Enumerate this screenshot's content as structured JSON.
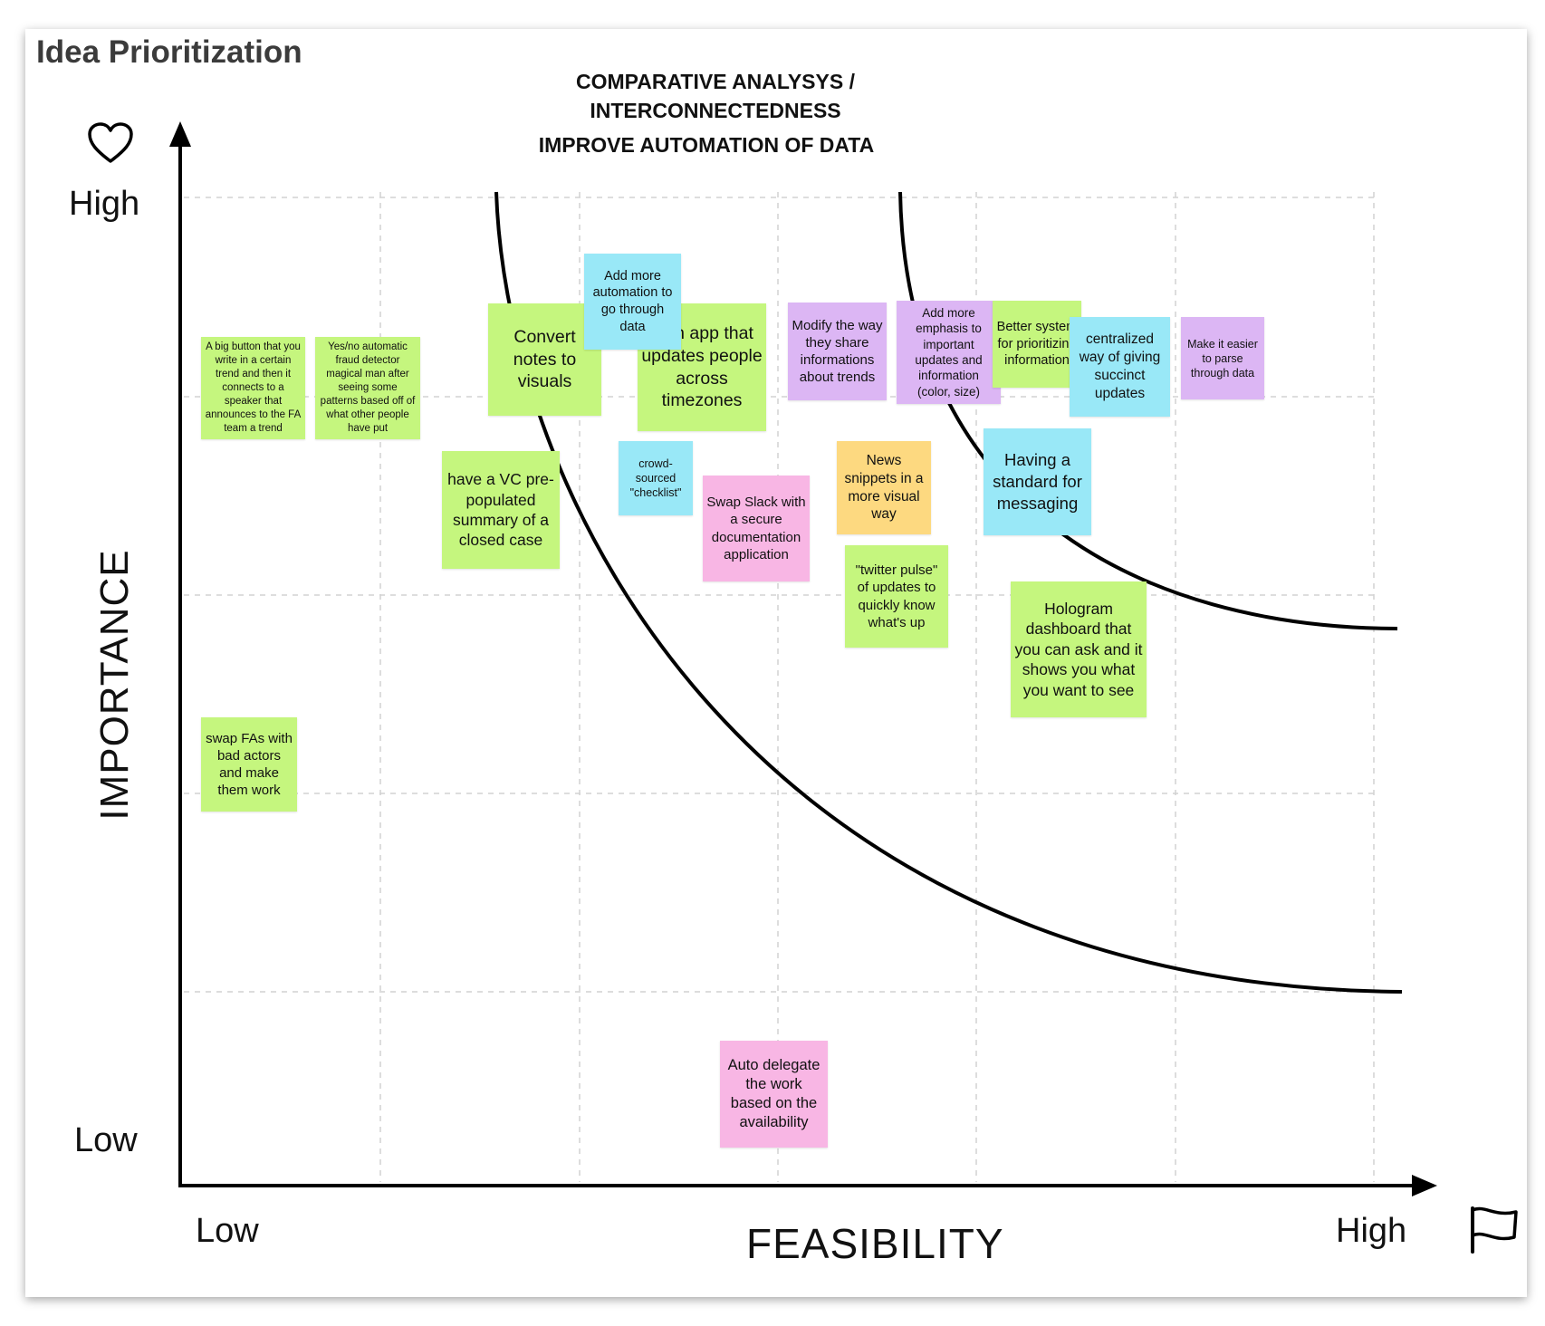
{
  "board": {
    "title": "Idea Prioritization",
    "top_notes": [
      "COMPARATIVE ANALYSYS /\nINTERCONNECTEDNESS",
      "IMPROVE AUTOMATION OF DATA"
    ]
  },
  "axes": {
    "y_title": "IMPORTANCE",
    "y_high": "High",
    "y_low": "Low",
    "x_title": "FEASIBILITY",
    "x_low": "Low",
    "x_high": "High",
    "y_icon": "heart-icon",
    "x_icon": "flag-icon"
  },
  "colors": {
    "green": "#c5f67e",
    "blue": "#99e8f7",
    "purple": "#dcb6f4",
    "pink": "#f8b6e4",
    "orange": "#fdd980"
  },
  "notes": [
    {
      "text": "A big button that you write in a certain trend and then it connects to a speaker that announces to the FA team a trend",
      "color": "green"
    },
    {
      "text": "Yes/no automatic fraud detector magical man after seeing some patterns based off of what other people have put",
      "color": "green"
    },
    {
      "text": "swap FAs with bad actors and make them work",
      "color": "green"
    },
    {
      "text": "have a VC pre-populated summary of a closed case",
      "color": "green"
    },
    {
      "text": "Convert notes to visuals",
      "color": "green"
    },
    {
      "text": "e an app that updates people across timezones",
      "color": "green"
    },
    {
      "text": "Add more automation to go through data",
      "color": "blue"
    },
    {
      "text": "crowd-sourced \"checklist\"",
      "color": "blue"
    },
    {
      "text": "Swap Slack with a secure documentation application",
      "color": "pink"
    },
    {
      "text": "Modify the way they share informations about trends",
      "color": "purple"
    },
    {
      "text": "Add more emphasis to important updates and information (color, size)",
      "color": "purple"
    },
    {
      "text": "Better system for prioritizing information",
      "color": "green"
    },
    {
      "text": "centralized way of giving succinct updates",
      "color": "blue"
    },
    {
      "text": "Make it easier to parse through data",
      "color": "purple"
    },
    {
      "text": "News snippets in a more visual way",
      "color": "orange"
    },
    {
      "text": "\"twitter pulse\" of updates to quickly know what's up",
      "color": "green"
    },
    {
      "text": "Having a standard for messaging",
      "color": "blue"
    },
    {
      "text": "Hologram dashboard that you can ask and it shows you what you want to see",
      "color": "green"
    },
    {
      "text": "Auto delegate the work based on the availability",
      "color": "pink"
    }
  ]
}
